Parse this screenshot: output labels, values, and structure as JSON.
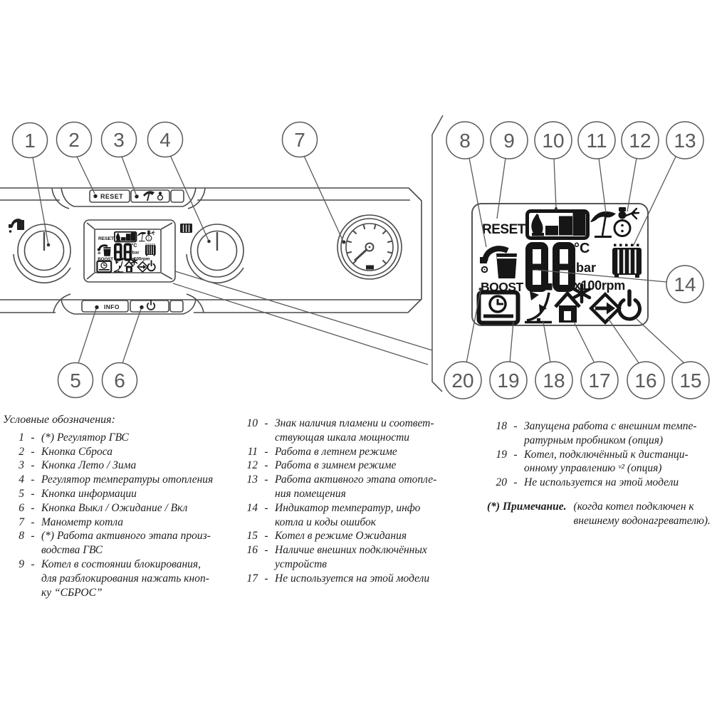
{
  "panel": {
    "reset_button": "RESET",
    "info_button": "INFO"
  },
  "display": {
    "reset": "RESET",
    "boost": "BOOST",
    "value": "8.8",
    "unit_temp": "°C",
    "unit_pressure": "bar",
    "unit_fan": "x100rpm"
  },
  "callouts": {
    "c1": "1",
    "c2": "2",
    "c3": "3",
    "c4": "4",
    "c5": "5",
    "c6": "6",
    "c7": "7",
    "c8": "8",
    "c9": "9",
    "c10": "10",
    "c11": "11",
    "c12": "12",
    "c13": "13",
    "c14": "14",
    "c15": "15",
    "c16": "16",
    "c17": "17",
    "c18": "18",
    "c19": "19",
    "c20": "20"
  },
  "legend": {
    "title": "Условные обозначения:",
    "dash": "-",
    "columns": [
      {
        "items": [
          {
            "n": "1",
            "t": "(*) Регулятор ГВС"
          },
          {
            "n": "2",
            "t": "Кнопка Сброса"
          },
          {
            "n": "3",
            "t": "Кнопка Лето / Зима"
          },
          {
            "n": "4",
            "t": "Регулятор температуры отопления"
          },
          {
            "n": "5",
            "t": "Кнопка информации"
          },
          {
            "n": "6",
            "t": "Кнопка Выкл / Ожидание / Вкл"
          },
          {
            "n": "7",
            "t": "Манометр котла"
          },
          {
            "n": "8",
            "t": "(*) Работа активного этапа произ-\nводства ГВС"
          },
          {
            "n": "9",
            "t": "Котел в состоянии блокирования,\nдля разблокирования нажать кноп-\nку “СБРОС”"
          }
        ]
      },
      {
        "items": [
          {
            "n": "10",
            "t": "Знак наличия пламени и соответ-\nствующая шкала мощности"
          },
          {
            "n": "11",
            "t": "Работа в летнем режиме"
          },
          {
            "n": "12",
            "t": "Работа в зимнем режиме"
          },
          {
            "n": "13",
            "t": "Работа активного этапа отопле-\nния помещения"
          },
          {
            "n": "14",
            "t": "Индикатор температур, инфо\nкотла и коды ошибок"
          },
          {
            "n": "15",
            "t": "Котел в режиме Ожидания"
          },
          {
            "n": "16",
            "t": "Наличие внешних подключённых\nустройств"
          },
          {
            "n": "17",
            "t": "Не используется на этой модели"
          }
        ]
      },
      {
        "items": [
          {
            "n": "18",
            "t": "Запущена работа с внешним темпе-\nратурным пробником (опция)"
          },
          {
            "n": "19",
            "t": "Котел, подключённый к дистанци-\nонному управлению ᵛ² (опция)"
          },
          {
            "n": "20",
            "t": "Не используется на этой модели"
          }
        ]
      }
    ],
    "note_label": "(*) Примечание.",
    "note_text": "(когда котел подключен к\nвнешнему водонагревателю)."
  }
}
